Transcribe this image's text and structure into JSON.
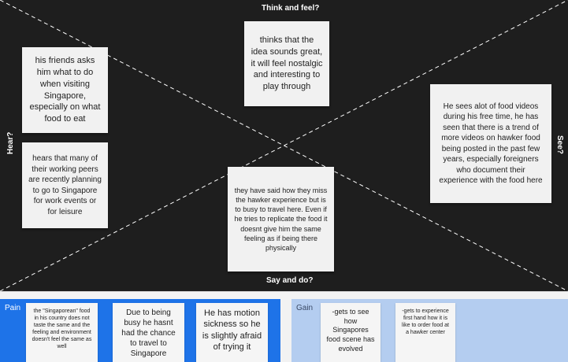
{
  "quadrants": {
    "top": "Think and feel?",
    "bottom": "Say and do?",
    "left": "Hear?",
    "right": "See?"
  },
  "stickies": {
    "think": "thinks that the idea sounds great, it will feel nostalgic and interesting to play through",
    "hear_1": "his friends asks him what to do when visiting Singapore, especially on what food to eat",
    "hear_2": "hears that many of their working peers are recently planning to go to Singapore for work events or for leisure",
    "see": "He sees alot of food videos during his free time, he has seen that there is a trend of more videos on hawker food being posted in the past few years, especially foreigners who document their experience with the food here",
    "say": "they have said how they miss the hawker experience but is to busy to travel here. Even if he tries to replicate the food it doesnt give him the same feeling as if being there physically"
  },
  "pain": {
    "title": "Pain",
    "items": [
      "the \"Singaporean\" food in his country does not taste the same and the feeling and environment  doesn't feel the same as well",
      "Due to being busy he hasnt had the chance to travel to Singapore",
      "He has motion sickness so he is slightly afraid of trying it"
    ]
  },
  "gain": {
    "title": "Gain",
    "items": [
      "-gets to see how Singapores food scene has evolved",
      "-gets to experience first hand how it is like to order food at a hawker center"
    ]
  },
  "colors": {
    "board": "#1e1e1e",
    "pain_panel": "#1e73e8",
    "gain_panel": "#b4cdf0",
    "sticky": "#f1f1f1"
  }
}
